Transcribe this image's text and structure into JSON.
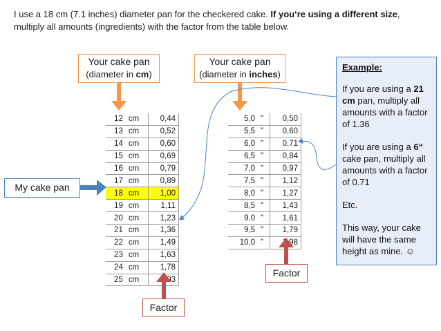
{
  "intro": {
    "part1": "I use a 18 cm (7.1 inches) diameter pan for the checkered cake. ",
    "part2_bold": "If you‘re using a different size",
    "part3": ", multiply all amounts (ingredients) with the factor from the table below."
  },
  "cm_label": {
    "title": "Your cake pan",
    "sub_prefix": "(diameter in ",
    "sub_bold": "cm",
    "sub_suffix": ")"
  },
  "inch_label": {
    "title": "Your cake pan",
    "sub_prefix": "(diameter in ",
    "sub_bold": "inches",
    "sub_suffix": ")"
  },
  "my_pan_label": "My cake pan",
  "factor_label_left": "Factor",
  "factor_label_right": "Factor",
  "cm_table": [
    {
      "size": "12",
      "unit": "cm",
      "factor": "0,44"
    },
    {
      "size": "13",
      "unit": "cm",
      "factor": "0,52"
    },
    {
      "size": "14",
      "unit": "cm",
      "factor": "0,60"
    },
    {
      "size": "15",
      "unit": "cm",
      "factor": "0,69"
    },
    {
      "size": "16",
      "unit": "cm",
      "factor": "0,79"
    },
    {
      "size": "17",
      "unit": "cm",
      "factor": "0,89"
    },
    {
      "size": "18",
      "unit": "cm",
      "factor": "1,00",
      "highlight": true
    },
    {
      "size": "19",
      "unit": "cm",
      "factor": "1,11"
    },
    {
      "size": "20",
      "unit": "cm",
      "factor": "1,23"
    },
    {
      "size": "21",
      "unit": "cm",
      "factor": "1,36"
    },
    {
      "size": "22",
      "unit": "cm",
      "factor": "1,49"
    },
    {
      "size": "23",
      "unit": "cm",
      "factor": "1,63"
    },
    {
      "size": "24",
      "unit": "cm",
      "factor": "1,78"
    },
    {
      "size": "25",
      "unit": "cm",
      "factor": "1,93"
    }
  ],
  "inch_table": [
    {
      "size": "5,0",
      "unit": "\"",
      "factor": "0,50"
    },
    {
      "size": "5,5",
      "unit": "\"",
      "factor": "0,60"
    },
    {
      "size": "6,0",
      "unit": "\"",
      "factor": "0,71"
    },
    {
      "size": "6,5",
      "unit": "\"",
      "factor": "0,84"
    },
    {
      "size": "7,0",
      "unit": "\"",
      "factor": "0,97"
    },
    {
      "size": "7,5",
      "unit": "\"",
      "factor": "1,12"
    },
    {
      "size": "8,0",
      "unit": "\"",
      "factor": "1,27"
    },
    {
      "size": "8,5",
      "unit": "\"",
      "factor": "1,43"
    },
    {
      "size": "9,0",
      "unit": "\"",
      "factor": "1,61"
    },
    {
      "size": "9,5",
      "unit": "\"",
      "factor": "1,79"
    },
    {
      "size": "10,0",
      "unit": "\"",
      "factor": "1,98"
    }
  ],
  "example": {
    "title": "Example:",
    "p1_a": "If you are using a ",
    "p1_bold": "21 cm",
    "p1_b": " pan, multiply all amounts with a factor of 1.36",
    "p2_a": "If you are using a ",
    "p2_bold": "6“",
    "p2_b": " cake pan, multiply all amounts with a factor of 0.71",
    "p3": "Etc.",
    "p4": "This way, your cake will have the same height as mine. ☺"
  },
  "colors": {
    "orange": "#f79646",
    "blue": "#4f81bd",
    "red": "#c0504d",
    "highlight": "#ffff00"
  }
}
